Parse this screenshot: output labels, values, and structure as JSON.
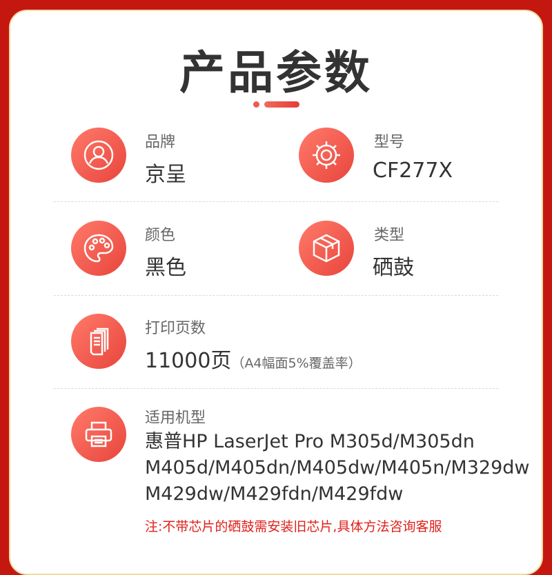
{
  "title": "产品参数",
  "brand": {
    "label": "品牌",
    "value": "京呈",
    "icon": "user-icon"
  },
  "model": {
    "label": "型号",
    "value": "CF277X",
    "icon": "gear-icon"
  },
  "color": {
    "label": "颜色",
    "value": "黑色",
    "icon": "palette-icon"
  },
  "type": {
    "label": "类型",
    "value": "硒鼓",
    "icon": "box-icon"
  },
  "pages": {
    "label": "打印页数",
    "value": "11000页",
    "note": "（A4幅面5%覆盖率）",
    "icon": "pages-icon"
  },
  "compat": {
    "label": "适用机型",
    "lines": [
      "惠普HP LaserJet Pro M305d/M305dn",
      "M405d/M405dn/M405dw/M405n/M329dw",
      "M429dw/M429fdn/M429fdw"
    ],
    "icon": "printer-icon"
  },
  "note": "注:不带芯片的硒鼓需安装旧芯片,具体方法咨询客服"
}
